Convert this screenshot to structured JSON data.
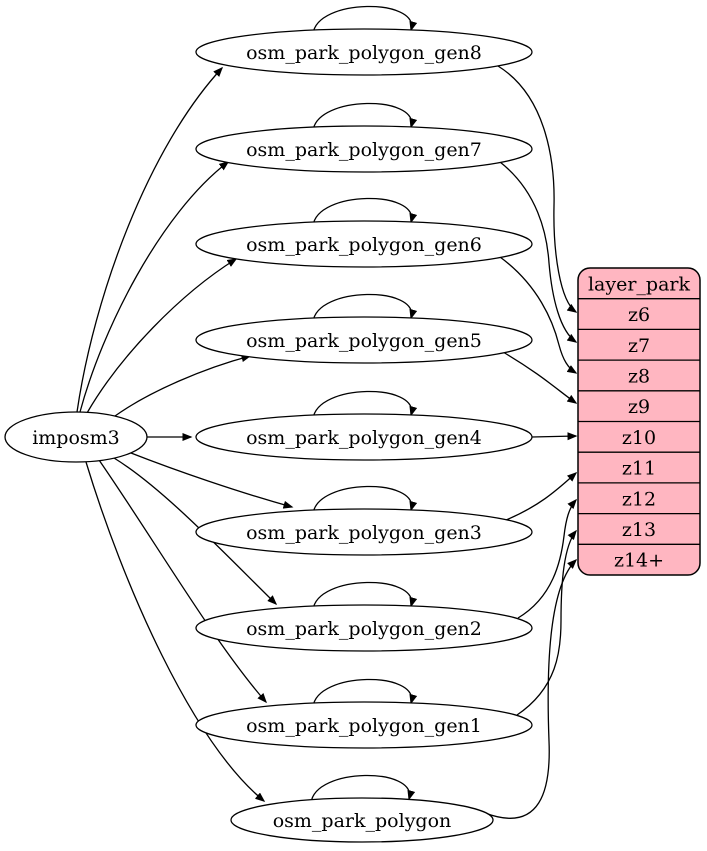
{
  "nodes": [
    {
      "id": "imposm3",
      "label": "imposm3"
    },
    {
      "id": "osm_park_polygon_gen8",
      "label": "osm_park_polygon_gen8"
    },
    {
      "id": "osm_park_polygon_gen7",
      "label": "osm_park_polygon_gen7"
    },
    {
      "id": "osm_park_polygon_gen6",
      "label": "osm_park_polygon_gen6"
    },
    {
      "id": "osm_park_polygon_gen5",
      "label": "osm_park_polygon_gen5"
    },
    {
      "id": "osm_park_polygon_gen4",
      "label": "osm_park_polygon_gen4"
    },
    {
      "id": "osm_park_polygon_gen3",
      "label": "osm_park_polygon_gen3"
    },
    {
      "id": "osm_park_polygon_gen2",
      "label": "osm_park_polygon_gen2"
    },
    {
      "id": "osm_park_polygon_gen1",
      "label": "osm_park_polygon_gen1"
    },
    {
      "id": "osm_park_polygon",
      "label": "osm_park_polygon"
    }
  ],
  "table": {
    "id": "layer_park",
    "title": "layer_park",
    "rows": [
      "z6",
      "z7",
      "z8",
      "z9",
      "z10",
      "z11",
      "z12",
      "z13",
      "z14+"
    ]
  },
  "edges": [
    {
      "from": "imposm3",
      "to": "osm_park_polygon_gen8"
    },
    {
      "from": "imposm3",
      "to": "osm_park_polygon_gen7"
    },
    {
      "from": "imposm3",
      "to": "osm_park_polygon_gen6"
    },
    {
      "from": "imposm3",
      "to": "osm_park_polygon_gen5"
    },
    {
      "from": "imposm3",
      "to": "osm_park_polygon_gen4"
    },
    {
      "from": "imposm3",
      "to": "osm_park_polygon_gen3"
    },
    {
      "from": "imposm3",
      "to": "osm_park_polygon_gen2"
    },
    {
      "from": "imposm3",
      "to": "osm_park_polygon_gen1"
    },
    {
      "from": "imposm3",
      "to": "osm_park_polygon"
    },
    {
      "from": "osm_park_polygon_gen8",
      "to": "osm_park_polygon_gen8"
    },
    {
      "from": "osm_park_polygon_gen7",
      "to": "osm_park_polygon_gen7"
    },
    {
      "from": "osm_park_polygon_gen6",
      "to": "osm_park_polygon_gen6"
    },
    {
      "from": "osm_park_polygon_gen5",
      "to": "osm_park_polygon_gen5"
    },
    {
      "from": "osm_park_polygon_gen4",
      "to": "osm_park_polygon_gen4"
    },
    {
      "from": "osm_park_polygon_gen3",
      "to": "osm_park_polygon_gen3"
    },
    {
      "from": "osm_park_polygon_gen2",
      "to": "osm_park_polygon_gen2"
    },
    {
      "from": "osm_park_polygon_gen1",
      "to": "osm_park_polygon_gen1"
    },
    {
      "from": "osm_park_polygon",
      "to": "osm_park_polygon"
    },
    {
      "from": "osm_park_polygon_gen8",
      "to": "layer_park.z6"
    },
    {
      "from": "osm_park_polygon_gen7",
      "to": "layer_park.z7"
    },
    {
      "from": "osm_park_polygon_gen6",
      "to": "layer_park.z8"
    },
    {
      "from": "osm_park_polygon_gen5",
      "to": "layer_park.z9"
    },
    {
      "from": "osm_park_polygon_gen4",
      "to": "layer_park.z10"
    },
    {
      "from": "osm_park_polygon_gen3",
      "to": "layer_park.z11"
    },
    {
      "from": "osm_park_polygon_gen2",
      "to": "layer_park.z12"
    },
    {
      "from": "osm_park_polygon_gen1",
      "to": "layer_park.z13"
    },
    {
      "from": "osm_park_polygon",
      "to": "layer_park.z14+"
    }
  ],
  "colors": {
    "background": "#ffffff",
    "node_fill": "#ffffff",
    "node_stroke": "#000000",
    "edge": "#000000",
    "table_fill": "#ffb6c1",
    "table_stroke": "#000000",
    "text": "#000000"
  }
}
